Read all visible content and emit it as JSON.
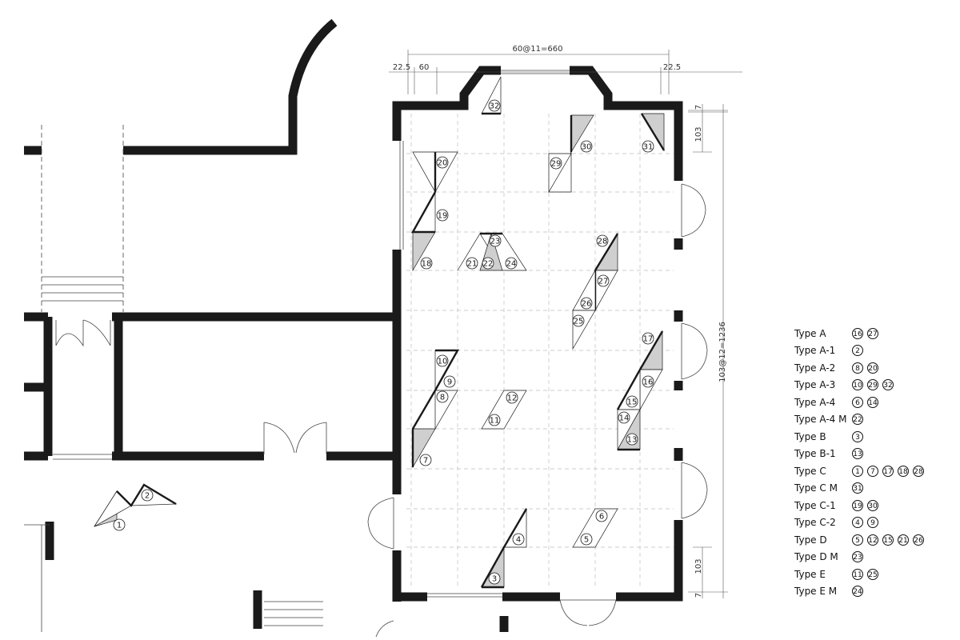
{
  "dimensions": {
    "top_total": "60@11=660",
    "top_left_a": "22.5",
    "top_left_b": "60",
    "top_right": "22.5",
    "right_total": "103@12=1236",
    "right_top_a": "7",
    "right_top_b": "103",
    "right_bottom_a": "103",
    "right_bottom_b": "7"
  },
  "pieces": [
    {
      "label": "1"
    },
    {
      "label": "2"
    },
    {
      "label": "3"
    },
    {
      "label": "4"
    },
    {
      "label": "5"
    },
    {
      "label": "6"
    },
    {
      "label": "7"
    },
    {
      "label": "8"
    },
    {
      "label": "9"
    },
    {
      "label": "10"
    },
    {
      "label": "11"
    },
    {
      "label": "12"
    },
    {
      "label": "13"
    },
    {
      "label": "14"
    },
    {
      "label": "15"
    },
    {
      "label": "16"
    },
    {
      "label": "17"
    },
    {
      "label": "18"
    },
    {
      "label": "19"
    },
    {
      "label": "20"
    },
    {
      "label": "21"
    },
    {
      "label": "22"
    },
    {
      "label": "23"
    },
    {
      "label": "24"
    },
    {
      "label": "25"
    },
    {
      "label": "26"
    },
    {
      "label": "27"
    },
    {
      "label": "28"
    },
    {
      "label": "29"
    },
    {
      "label": "30"
    },
    {
      "label": "31"
    },
    {
      "label": "32"
    }
  ],
  "legend": [
    {
      "name": "Type A",
      "items": [
        "16",
        "27"
      ]
    },
    {
      "name": "Type A-1",
      "items": [
        "2"
      ]
    },
    {
      "name": "Type A-2",
      "items": [
        "8",
        "20"
      ]
    },
    {
      "name": "Type A-3",
      "items": [
        "10",
        "29",
        "32"
      ]
    },
    {
      "name": "Type A-4",
      "items": [
        "6",
        "14"
      ]
    },
    {
      "name": "Type A-4 M",
      "items": [
        "22"
      ]
    },
    {
      "name": "Type B",
      "items": [
        "3"
      ]
    },
    {
      "name": "Type B-1",
      "items": [
        "13"
      ]
    },
    {
      "name": "Type C",
      "items": [
        "1",
        "7",
        "17",
        "18",
        "28"
      ]
    },
    {
      "name": "Type C M",
      "items": [
        "31"
      ]
    },
    {
      "name": "Type C-1",
      "items": [
        "19",
        "30"
      ]
    },
    {
      "name": "Type C-2",
      "items": [
        "4",
        "9"
      ]
    },
    {
      "name": "Type D",
      "items": [
        "5",
        "12",
        "15",
        "21",
        "26"
      ]
    },
    {
      "name": "Type D M",
      "items": [
        "23"
      ]
    },
    {
      "name": "Type E",
      "items": [
        "11",
        "25"
      ]
    },
    {
      "name": "Type E M",
      "items": [
        "24"
      ]
    }
  ]
}
